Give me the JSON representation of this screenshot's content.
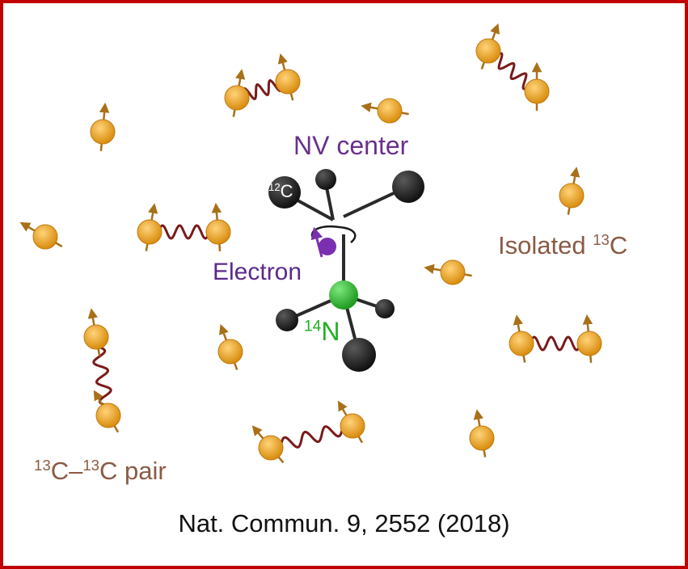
{
  "colors": {
    "frame": "#c00000",
    "spin": "#e8a21a",
    "spin_arrow": "#a87018",
    "coupling": "#7a1a1a",
    "carbon_atom": "#1e1e1e",
    "nitrogen_atom": "#3cc43c",
    "electron": "#7a2fb0",
    "nv_label": "#6a2f8f",
    "electron_label": "#5b2a8a",
    "nitrogen_label": "#20b020",
    "carbon_label": "#8a5a44"
  },
  "labels": {
    "nv_center": "NV center",
    "electron": "Electron",
    "c12_mass": "12",
    "c12_symbol": "C",
    "n14_mass": "14",
    "n14_symbol": "N",
    "isolated_text": "Isolated ",
    "isolated_mass": "13",
    "isolated_symbol": "C",
    "pair_mass_a": "13",
    "pair_mid": "C–",
    "pair_mass_b": "13",
    "pair_tail": "C pair"
  },
  "citation": "Nat. Commun. 9, 2552 (2018)"
}
